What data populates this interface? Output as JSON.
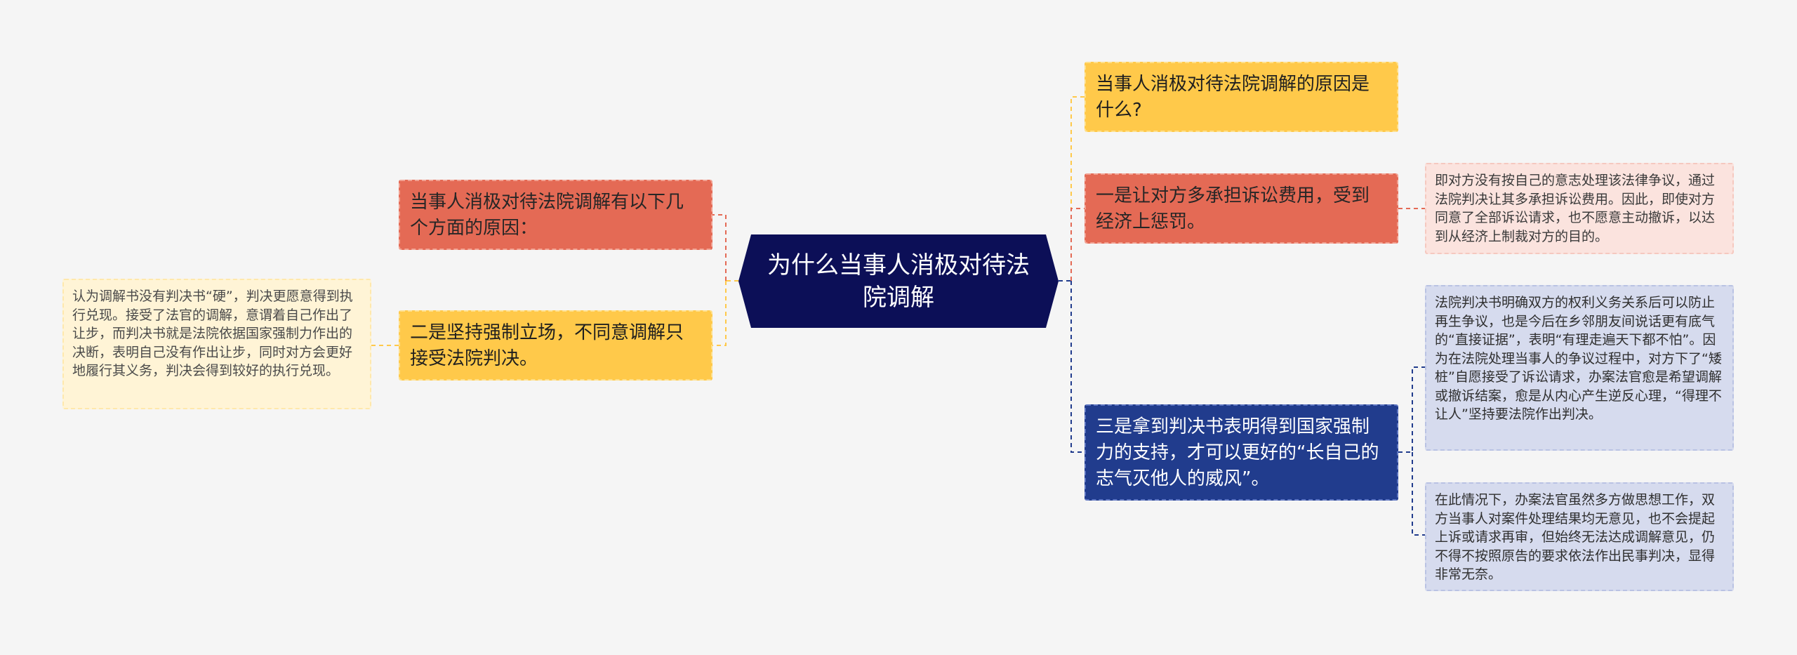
{
  "colors": {
    "background": "#f5f5f5",
    "root": "#0c0f57",
    "orange": "#ffc94a",
    "red": "#e46a55",
    "blue": "#213c8d",
    "detail_red": "#fbe3de",
    "detail_blue": "#d6dbee",
    "detail_yellow": "#fff4d6"
  },
  "root": {
    "title": "为什么当事人消极对待法院调解"
  },
  "right": {
    "question": "当事人消极对待法院调解的原因是什么?",
    "reason1": "一是让对方多承担诉讼费用，受到经济上惩罚。",
    "reason1_detail": "即对方没有按自己的意志处理该法律争议，通过法院判决让其多承担诉讼费用。因此，即使对方同意了全部诉讼请求，也不愿意主动撤诉，以达到从经济上制裁对方的目的。",
    "reason3": "三是拿到判决书表明得到国家强制力的支持，才可以更好的“长自己的志气灭他人的威风”。",
    "reason3_detail1": "法院判决书明确双方的权利义务关系后可以防止再生争议，也是今后在乡邻朋友间说话更有底气的“直接证据”，表明“有理走遍天下都不怕”。因为在法院处理当事人的争议过程中，对方下了“矮桩”自愿接受了诉讼请求，办案法官愈是希望调解或撤诉结案，愈是从内心产生逆反心理，“得理不让人”坚持要法院作出判决。",
    "reason3_detail2": "在此情况下，办案法官虽然多方做思想工作，双方当事人对案件处理结果均无意见，也不会提起上诉或请求再审，但始终无法达成调解意见，仍不得不按照原告的要求依法作出民事判决，显得非常无奈。"
  },
  "left": {
    "intro": "当事人消极对待法院调解有以下几个方面的原因：",
    "reason2": "二是坚持强制立场，不同意调解只接受法院判决。",
    "reason2_detail": "认为调解书没有判决书“硬”，判决更愿意得到执行兑现。接受了法官的调解，意谓着自己作出了让步，而判决书就是法院依据国家强制力作出的决断，表明自己没有作出让步，同时对方会更好地履行其义务，判决会得到较好的执行兑现。"
  }
}
